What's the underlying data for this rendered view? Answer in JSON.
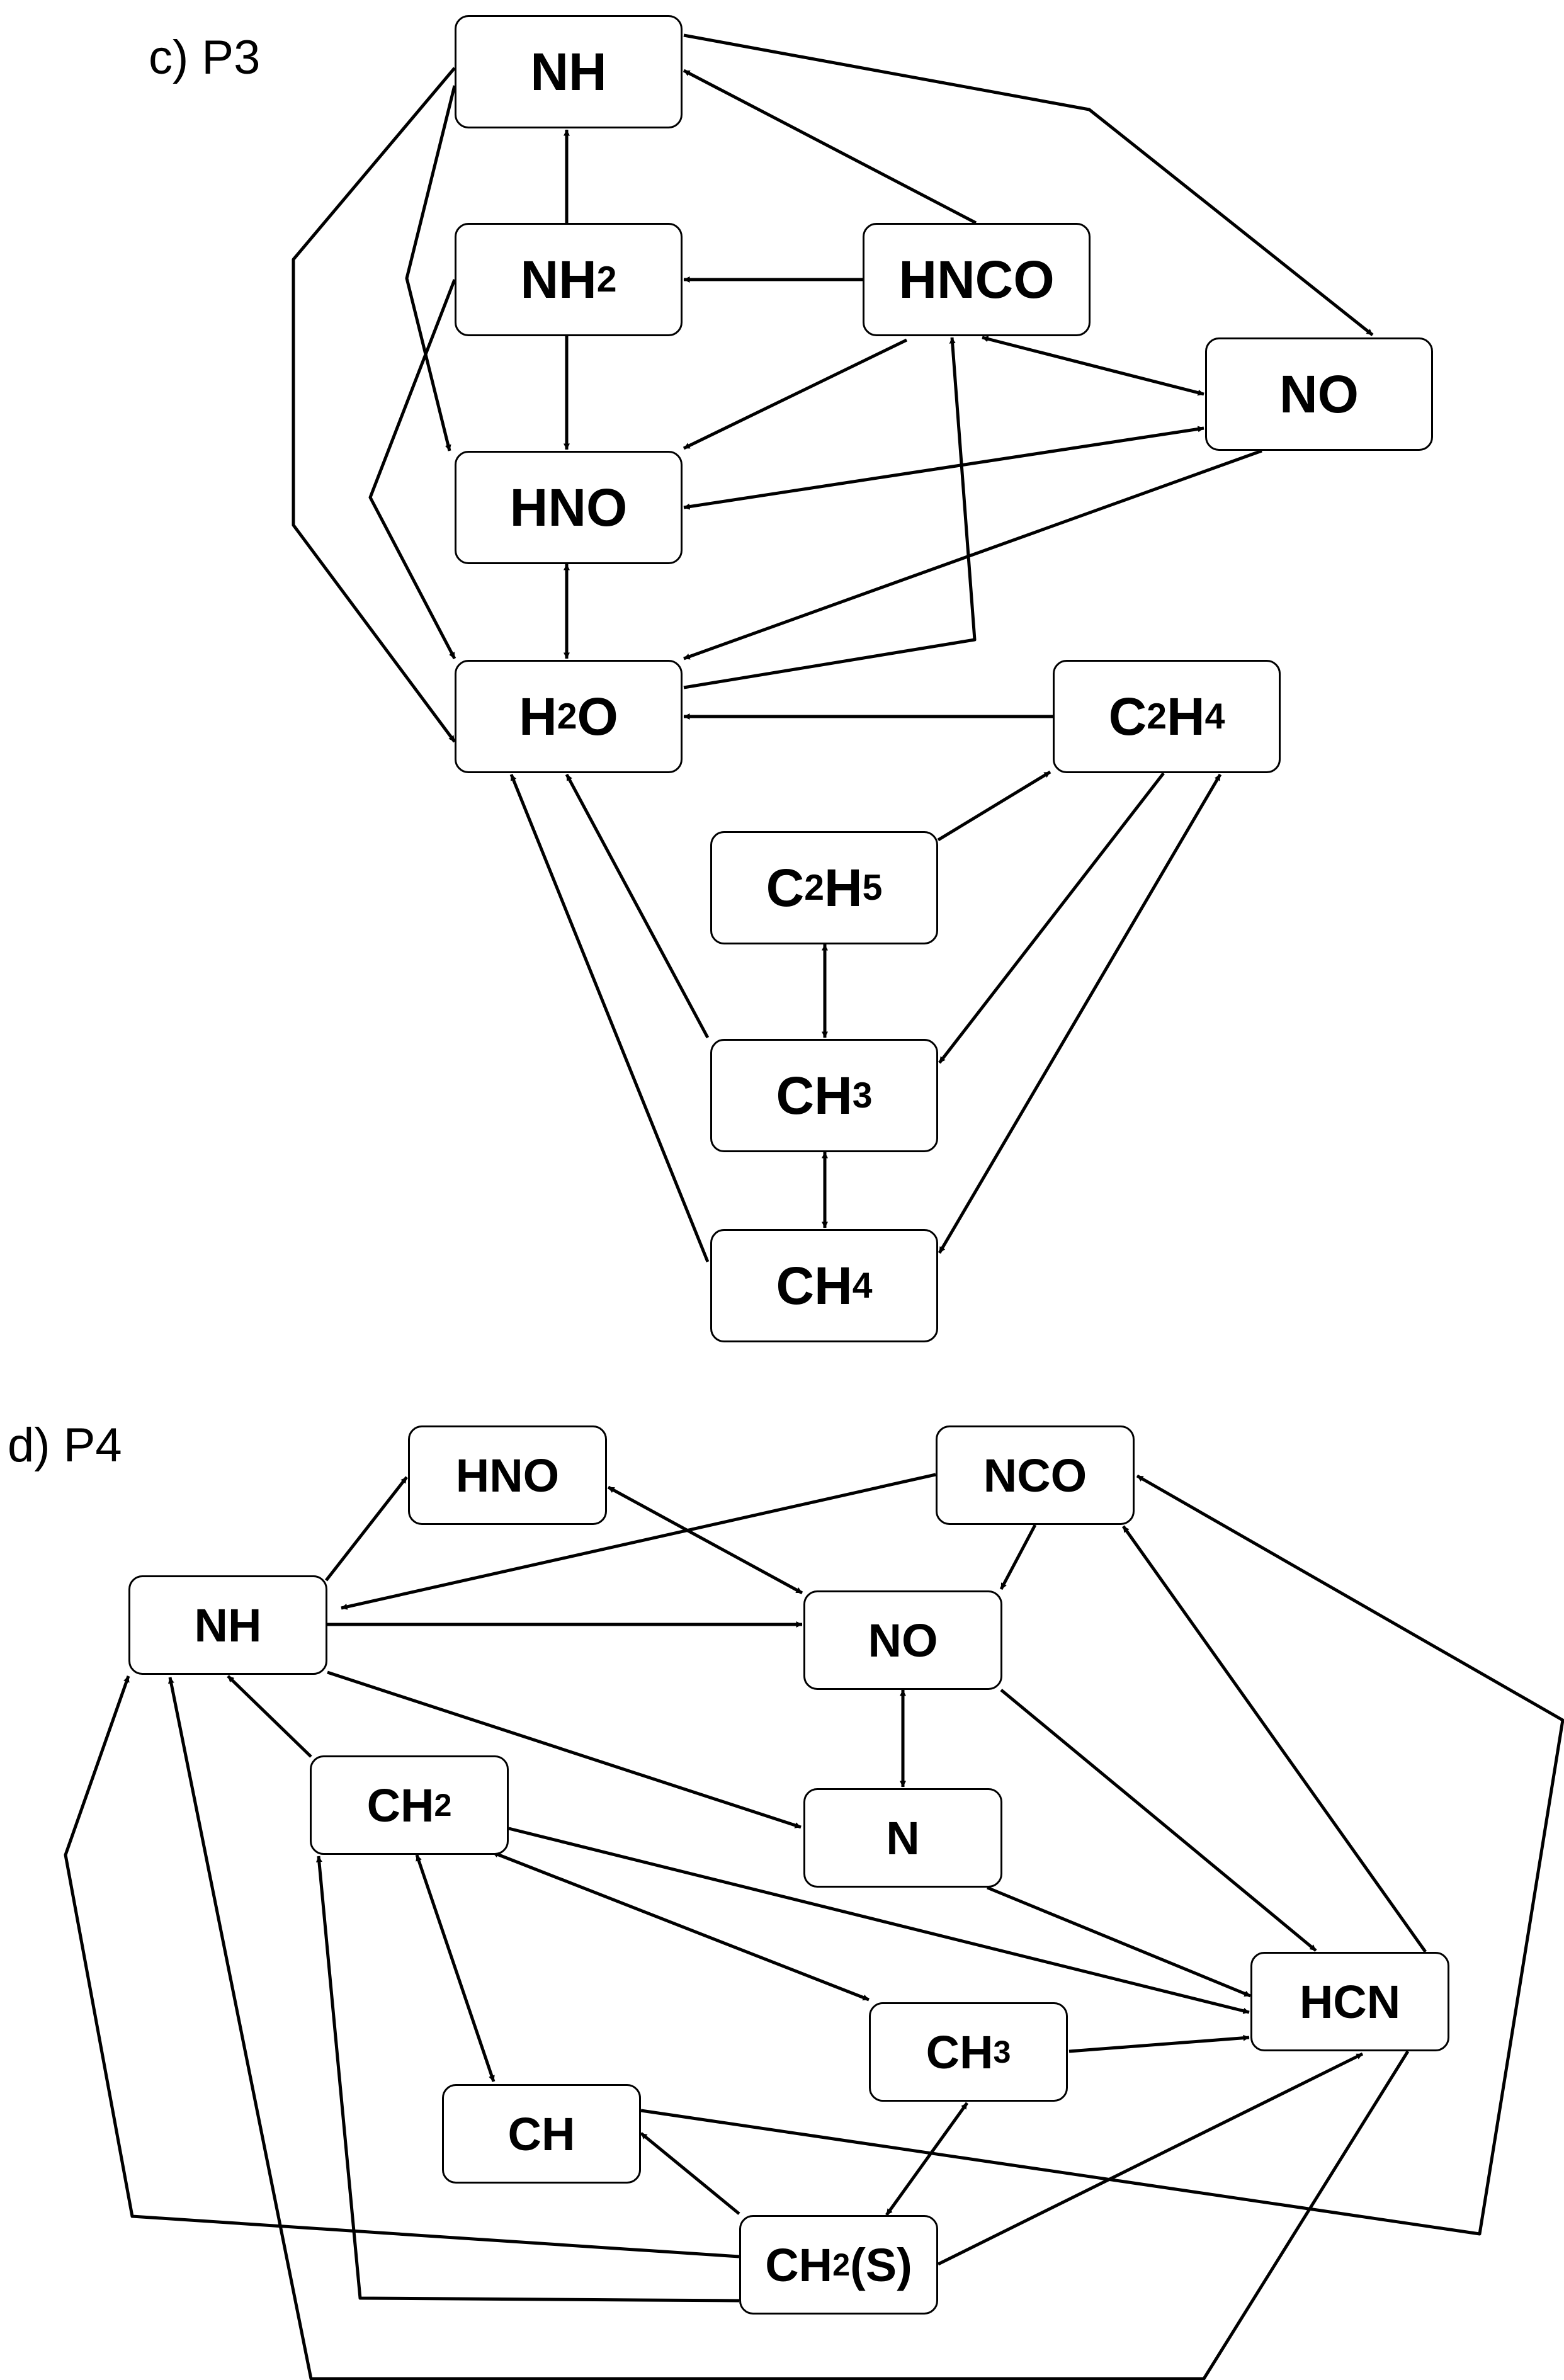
{
  "panels": [
    {
      "label": "c) P3",
      "nodes": {
        "NH": {
          "main": "NH",
          "sub": "",
          "tail": ""
        },
        "NH2": {
          "main": "NH",
          "sub": "2",
          "tail": ""
        },
        "HNCO": {
          "main": "HNCO",
          "sub": "",
          "tail": ""
        },
        "NO": {
          "main": "NO",
          "sub": "",
          "tail": ""
        },
        "HNO": {
          "main": "HNO",
          "sub": "",
          "tail": ""
        },
        "H2O": {
          "main": "H",
          "sub": "2",
          "tail": "O"
        },
        "C2H4": {
          "main": "C",
          "sub": "2",
          "tail": "H",
          "sub2": "4"
        },
        "C2H5": {
          "main": "C",
          "sub": "2",
          "tail": "H",
          "sub2": "5"
        },
        "CH3": {
          "main": "CH",
          "sub": "3",
          "tail": ""
        },
        "CH4": {
          "main": "CH",
          "sub": "4",
          "tail": ""
        }
      }
    },
    {
      "label": "d) P4",
      "nodes": {
        "HNO": {
          "main": "HNO",
          "sub": "",
          "tail": ""
        },
        "NCO": {
          "main": "NCO",
          "sub": "",
          "tail": ""
        },
        "NH": {
          "main": "NH",
          "sub": "",
          "tail": ""
        },
        "NO": {
          "main": "NO",
          "sub": "",
          "tail": ""
        },
        "CH2": {
          "main": "CH",
          "sub": "2",
          "tail": ""
        },
        "N": {
          "main": "N",
          "sub": "",
          "tail": ""
        },
        "HCN": {
          "main": "HCN",
          "sub": "",
          "tail": ""
        },
        "CH3": {
          "main": "CH",
          "sub": "3",
          "tail": ""
        },
        "CH": {
          "main": "CH",
          "sub": "",
          "tail": ""
        },
        "CH2S": {
          "main": "CH",
          "sub": "2",
          "tail": "(S)"
        }
      }
    }
  ]
}
